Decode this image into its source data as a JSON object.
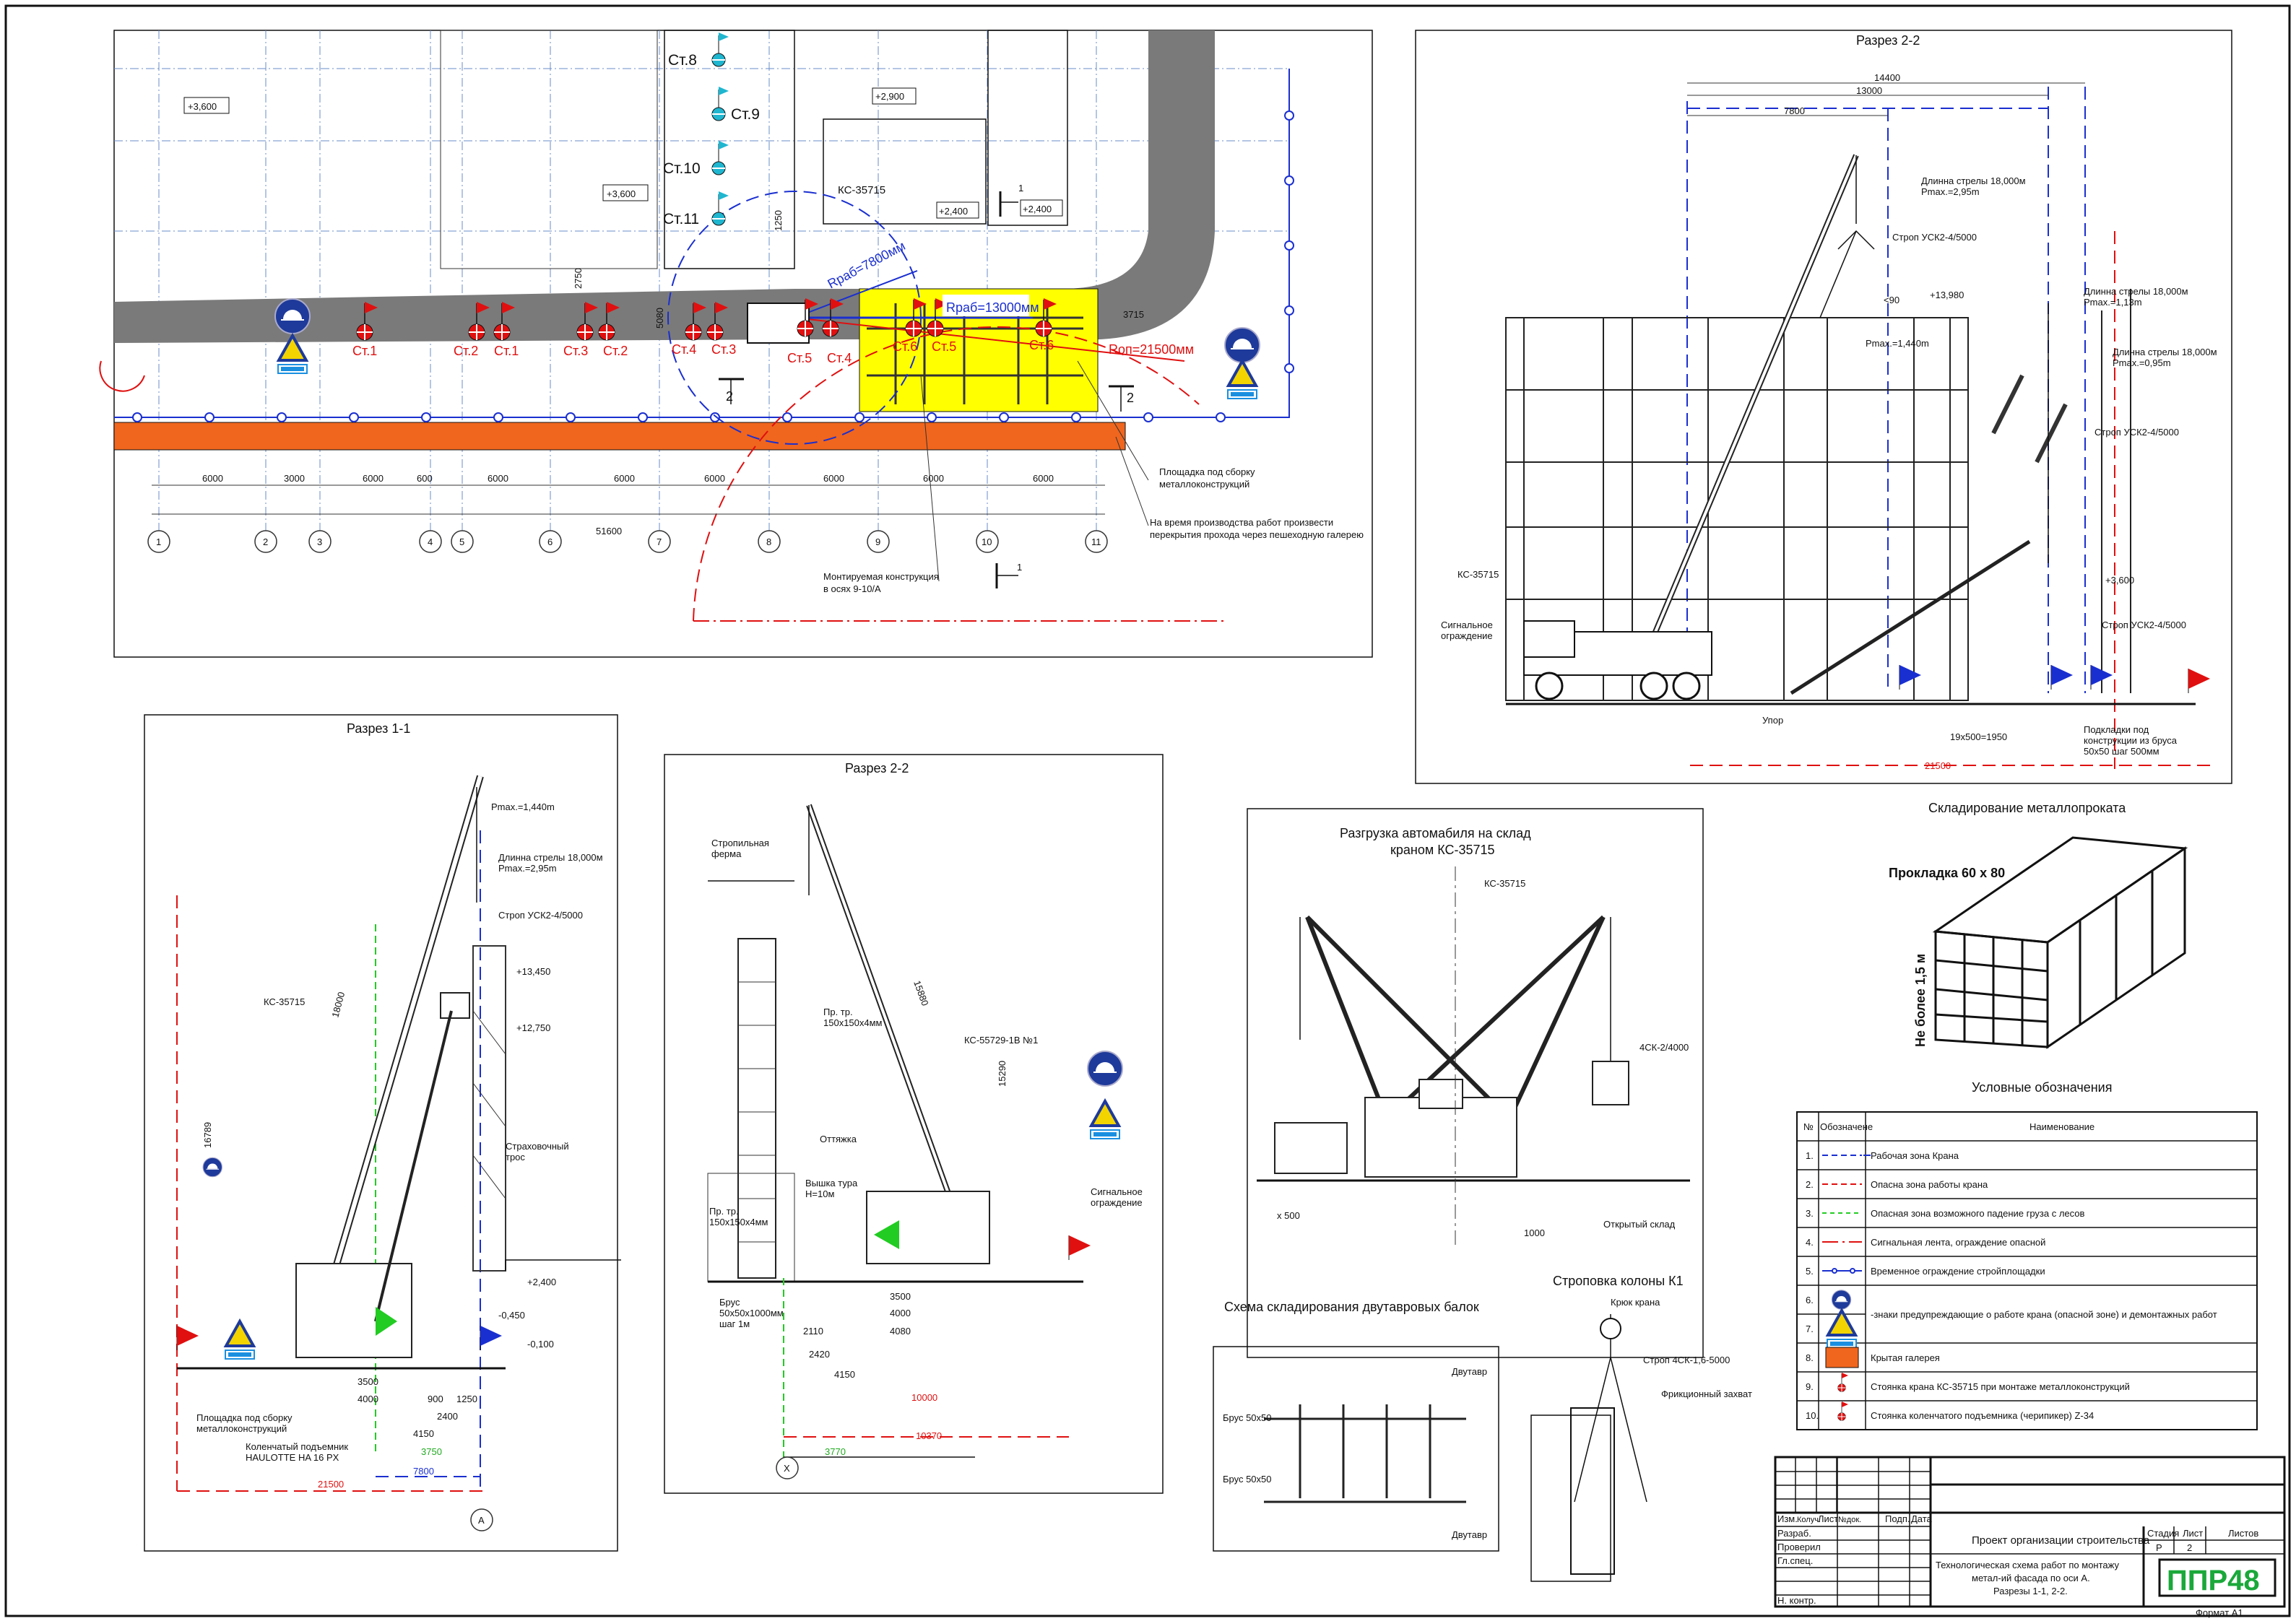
{
  "plan": {
    "elevations": [
      "+3,600",
      "+3,600",
      "+2,900",
      "+2,400",
      "+2,400"
    ],
    "crane_label": "КС-35715",
    "stations_top": [
      "Ст.8",
      "Ст.9",
      "Ст.10",
      "Ст.11"
    ],
    "stations": [
      "Ст.1",
      "Ст.2",
      "Ст.1",
      "Ст.3",
      "Ст.2",
      "Ст.4",
      "Ст.3",
      "Ст.5",
      "Ст.4",
      "Ст.6",
      "Ст.5",
      "Ст.6"
    ],
    "radius_work_small": "Rраб=7800мм",
    "radius_work": "Rраб=13000мм",
    "radius_danger": "Rоп=21500мм",
    "dims": [
      "6000",
      "3000",
      "6000",
      "600",
      "6000",
      "6000",
      "6000",
      "6000",
      "6000",
      "6000"
    ],
    "total_dim": "51600",
    "small_dims": [
      "1250",
      "3715",
      "2750",
      "5080"
    ],
    "axes": [
      "1",
      "2",
      "3",
      "4",
      "5",
      "6",
      "7",
      "8",
      "9",
      "10",
      "11"
    ],
    "section_marks": [
      "2",
      "2",
      "1",
      "1"
    ],
    "note_platform": [
      "Площадка под сборку",
      "металлоконструкций"
    ],
    "note_gallery": [
      "На время производства работ произвести",
      "перекрытия прохода через пешеходную галерею"
    ],
    "note_structure": [
      "Монтируемая конструкция",
      "в осях 9-10/А"
    ]
  },
  "section22_top": {
    "title": "Разрез 2-2",
    "dims": [
      "14400",
      "13000",
      "7800"
    ],
    "boom1": [
      "Длинна стрелы 18,000м",
      "Pmax.=2,95m"
    ],
    "sling1": "Строп УСК2-4/5000",
    "angle": "<90",
    "elev_top": "+13,980",
    "pmax_mid": "Pmax.=1,440m",
    "boom2": [
      "Длинна стрелы 18,000м",
      "Pmax.=1,13m"
    ],
    "boom3": [
      "Длинна стрелы 18,000м",
      "Pmax.=0,95m"
    ],
    "sling2": "Строп УСК2-4/5000",
    "elev_low": "+3,600",
    "sling3": "Строп УСК2-4/5000",
    "crane": "КС-35715",
    "signal": [
      "Сигнальное",
      "ограждение"
    ],
    "stop": "Упор",
    "spacing": "19x500=1950",
    "pads": [
      "Подкладки под",
      "конструкции из бруса",
      "50x50 шаг 500мм"
    ],
    "danger_dim": "21500"
  },
  "section11": {
    "title": "Разрез 1-1",
    "pmax_top": "Pmax.=1,440m",
    "boom": [
      "Длинна стрелы 18,000м",
      "Pmax.=2,95m"
    ],
    "sling": "Строп УСК2-4/5000",
    "elevs": [
      "+13,450",
      "+12,750",
      "+2,400",
      "-0,450",
      "-0,100"
    ],
    "crane": "КС-35715",
    "boom_len": "18000",
    "height": "16789",
    "rope": [
      "Страховочный",
      "трос"
    ],
    "dims": [
      "3500",
      "4000",
      "900",
      "1250",
      "2400",
      "4150",
      "3750",
      "7800",
      "21500"
    ],
    "platform": [
      "Площадка под сборку",
      "металлоконструкций"
    ],
    "lift": [
      "Коленчатый подъемник",
      "HAULOTTE HA 16 PX"
    ],
    "axis": "А"
  },
  "section22_mid": {
    "title": "Разрез 2-2",
    "truss": [
      "Стропильная",
      "ферма"
    ],
    "boom_len": "15880",
    "height": "15290",
    "pipe1": [
      "Пр. тр.",
      "150x150x4мм"
    ],
    "crane": "КС-55729-1В №1",
    "guy": "Оттяжка",
    "tower": [
      "Вышка тура",
      "H=10м"
    ],
    "pipe2": [
      "Пр. тр.",
      "150x150x4мм"
    ],
    "beam": [
      "Брус",
      "50x50x1000мм",
      "шаг 1м"
    ],
    "signal": [
      "Сигнальное",
      "ограждение"
    ],
    "dims": [
      "3500",
      "4000",
      "4080",
      "2110",
      "2420",
      "4150",
      "10000",
      "10370",
      "3770"
    ],
    "axis": "Х"
  },
  "unloading": {
    "title": [
      "Разгрузка автомабиля на склад",
      "краном КС-35715"
    ],
    "crane": "КС-35715",
    "sling": "4СК-2/4000",
    "dim1": "x 500",
    "dim2": "1000",
    "storage": "Открытый склад"
  },
  "steel_storage": {
    "title": "Складирование металлопроката",
    "pad": "Прокладка 60 х 80",
    "height": "Не более 1,5 м"
  },
  "beam_storage": {
    "title": "Схема складирования двутавровых балок",
    "bar1": "Брус 50x50",
    "bar2": "Брус 50x50",
    "beam1": "Двутавр",
    "beam2": "Двутавр"
  },
  "column_rigging": {
    "title": "Строповка колоны К1",
    "hook": "Крюк крана",
    "sling": "Строп 4СК-1,6-5000",
    "clamp": "Фрикционный захват"
  },
  "legend": {
    "title": "Условные обозначения",
    "headers": [
      "№",
      "Обозначене",
      "Наименование"
    ],
    "rows": [
      {
        "n": "1.",
        "text": "Рабочая зона Крана",
        "symbol": "blue-dash-line"
      },
      {
        "n": "2.",
        "text": "Опасна зона работы крана",
        "symbol": "red-dash-line"
      },
      {
        "n": "3.",
        "text": "Опасная зона возможного падение груза с лесов",
        "symbol": "green-dash-line"
      },
      {
        "n": "4.",
        "text": "Сигнальная лента, ограждение опасной",
        "symbol": "red-signal-line"
      },
      {
        "n": "5.",
        "text": "Временное ограждение стройплощадки",
        "symbol": "blue-fence-line"
      },
      {
        "n": "6.",
        "text": "",
        "symbol": "helmet-sign"
      },
      {
        "n": "7.",
        "text": "",
        "symbol": "warning-sign"
      },
      {
        "n": "8.",
        "text": "Крытая галерея",
        "symbol": "orange-rect"
      },
      {
        "n": "9.",
        "text": "Стоянка крана КС-35715 при монтаже металлоконструкций",
        "symbol": "crane-stand-flag"
      },
      {
        "n": "10.",
        "text": "Стоянка коленчатого подъемника (черипикер) Z-34",
        "symbol": "lift-stand-flag"
      }
    ],
    "signs_text": "-знаки предупреждающие о работе крана (опасной зоне) и демонтажных работ"
  },
  "title_block": {
    "cols": [
      "Изм.",
      "Колуч.",
      "Лист",
      "№док.",
      "Подп.",
      "Дата"
    ],
    "roles": [
      "Разраб.",
      "Проверил",
      "Гл.спец.",
      "",
      "",
      "Н. контр."
    ],
    "project": "Проект организации строительства",
    "stage_headers": [
      "Стадия",
      "Лист",
      "Листов"
    ],
    "stage": "Р",
    "sheet": "2",
    "sheets": "",
    "description": [
      "Технологическая схема работ по монтажу",
      "метал-ий фасада по оси А.",
      "Разрезы 1-1, 2-2."
    ],
    "logo": "ППР48",
    "format": "Формат А1"
  },
  "colors": {
    "gallery": "#f0661e",
    "platform": "#ffff00",
    "road": "#7a7a7a",
    "work_zone": "#1a2fd0",
    "danger_zone": "#e01010",
    "fall_zone": "#22cc22",
    "logo": "#1aa83a"
  }
}
